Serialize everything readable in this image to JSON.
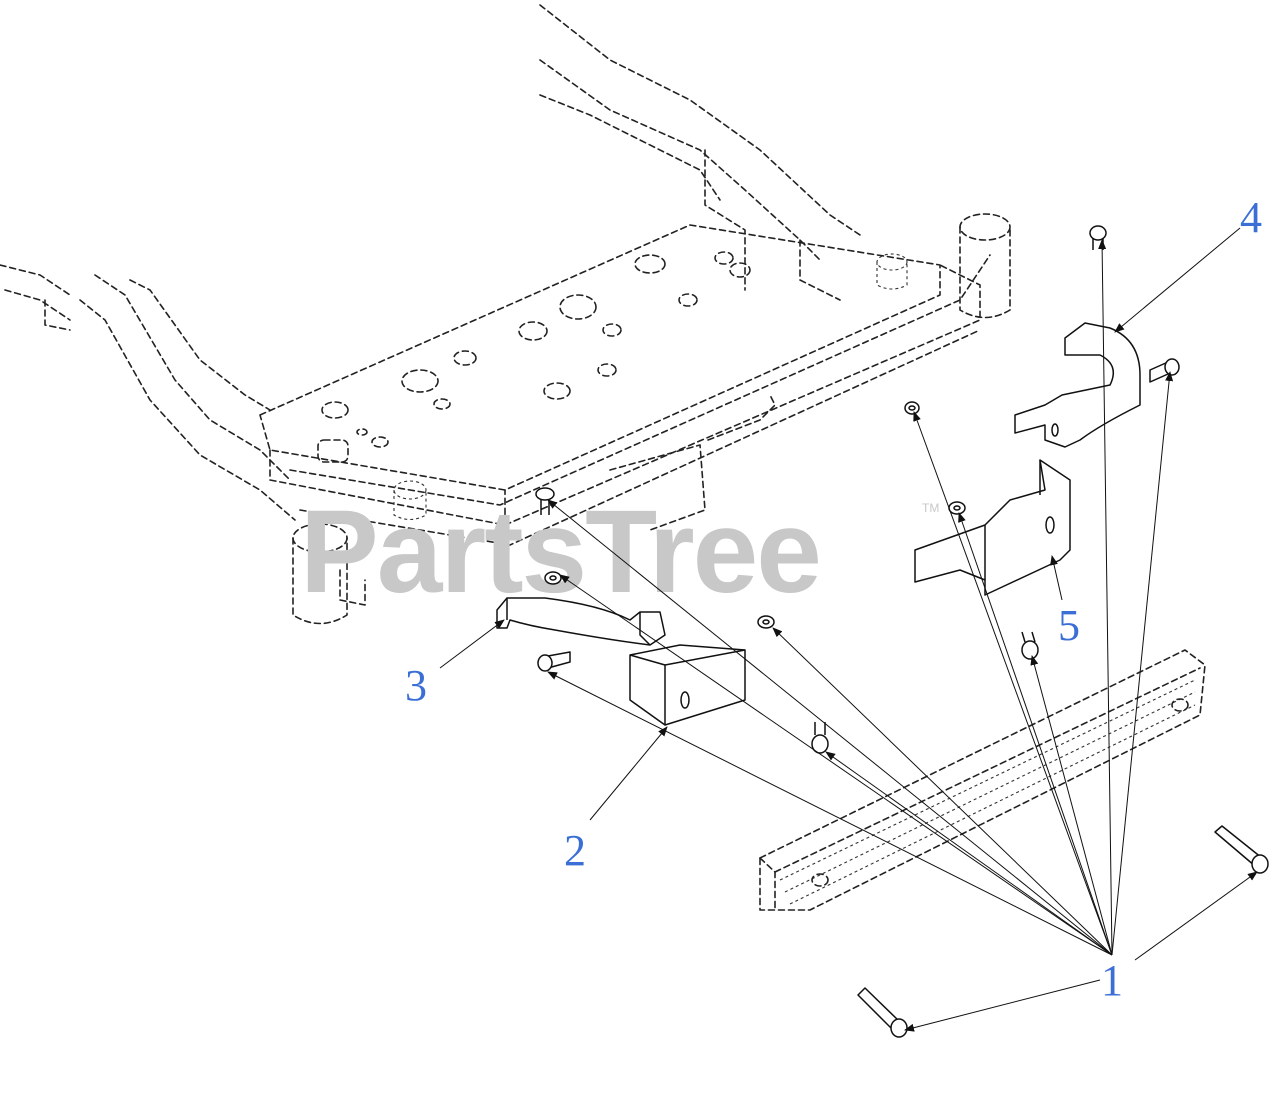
{
  "colors": {
    "callout": "#3b6fd6",
    "watermark": "#c8c8c8",
    "line": "#111111"
  },
  "watermark": {
    "text": "PartsTree",
    "tm": "TM"
  },
  "callouts": [
    {
      "id": "1",
      "label": "1"
    },
    {
      "id": "2",
      "label": "2"
    },
    {
      "id": "3",
      "label": "3"
    },
    {
      "id": "4",
      "label": "4"
    },
    {
      "id": "5",
      "label": "5"
    }
  ]
}
